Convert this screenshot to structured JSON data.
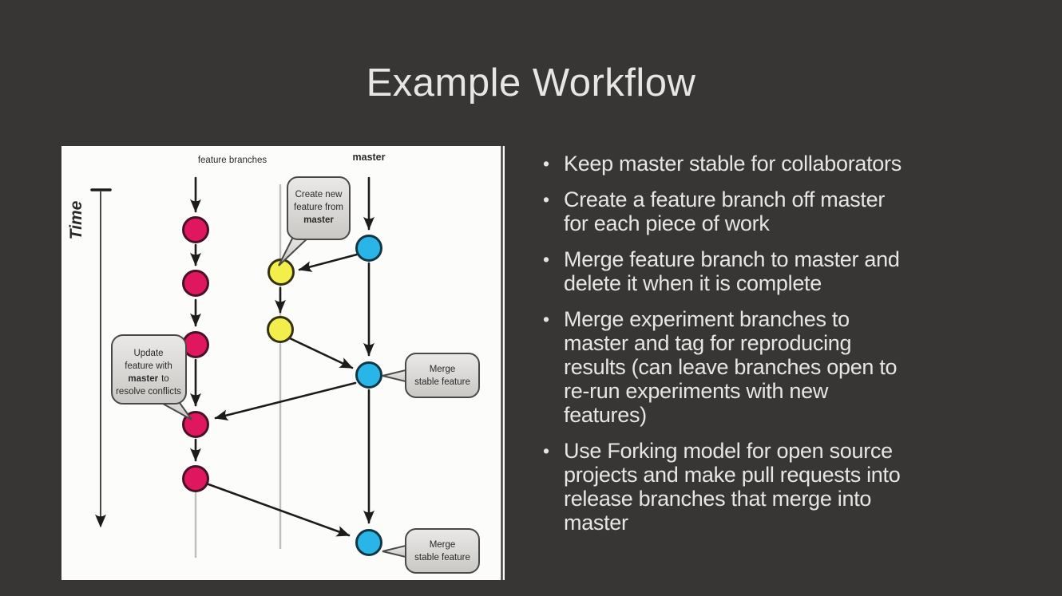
{
  "slide": {
    "title": "Example Workflow",
    "bullet_char": "•",
    "colors": {
      "background": "#383634",
      "text": "#e8e6e4"
    }
  },
  "bullets": [
    {
      "lines": [
        "Keep master stable for collaborators"
      ]
    },
    {
      "lines": [
        "Create a feature branch off master",
        "for each piece of work"
      ]
    },
    {
      "lines": [
        "Merge feature branch to master and",
        "delete it when it is complete"
      ]
    },
    {
      "lines": [
        "Merge experiment branches to",
        "master and tag for reproducing",
        "results (can leave branches open to",
        "re-run experiments with new",
        "features)"
      ]
    },
    {
      "lines": [
        "Use Forking model for open source",
        "projects and make pull requests into",
        "release branches that merge into",
        "master"
      ]
    }
  ],
  "diagram": {
    "time_label": "Time",
    "column_labels": {
      "feature_branches": "feature branches",
      "master": "master"
    },
    "callouts": {
      "create": {
        "line1": "Create new",
        "line2": "feature from",
        "line3": "master"
      },
      "update": {
        "line1": "Update",
        "line2": "feature with",
        "line3_bold": "master",
        "line3_rest": "to",
        "line4": "resolve conflicts"
      },
      "merge": {
        "line1": "Merge",
        "line2": "stable feature"
      }
    },
    "colors": {
      "feature_commit": "#e0175e",
      "new_feature_commit": "#f2ee4c",
      "master_commit": "#29b5e8",
      "arrow": "#1d1c1a",
      "faded_line": "#c2c0bc",
      "callout_fill_light": "#eae9e7",
      "callout_fill_dark": "#c9c8c5",
      "callout_border": "#4b4947",
      "image_background": "#fcfcfb",
      "diagram_text": "#2b2a28"
    }
  }
}
